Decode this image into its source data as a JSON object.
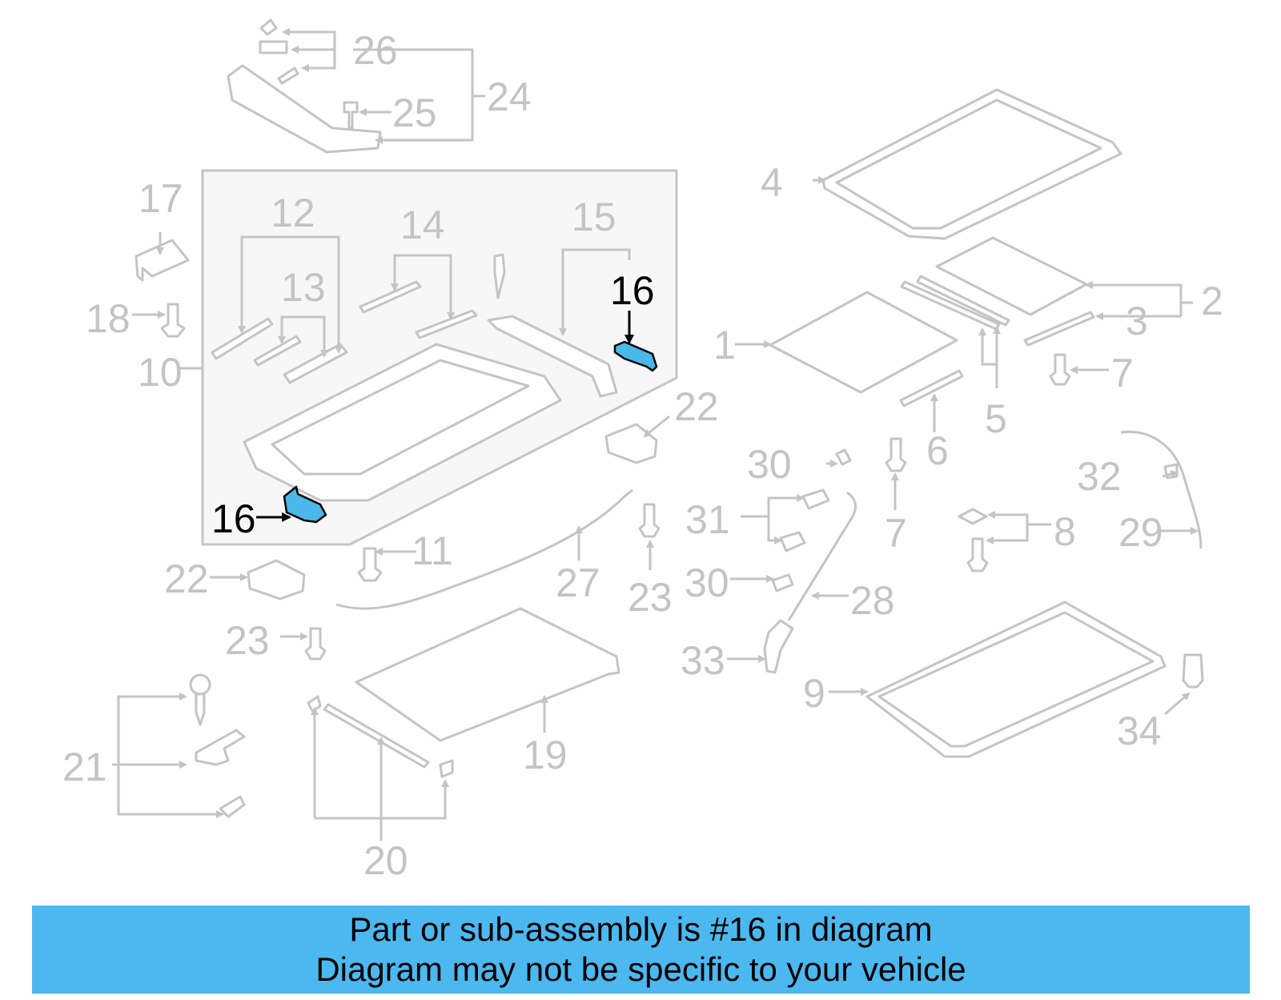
{
  "colors": {
    "highlight": "#4ab8e8",
    "banner_bg": "#4cb8f0",
    "line_gray": "#c4c4c4"
  },
  "callouts": {
    "c1": "1",
    "c2": "2",
    "c3": "3",
    "c4": "4",
    "c5": "5",
    "c6": "6",
    "c7a": "7",
    "c7b": "7",
    "c8": "8",
    "c9": "9",
    "c10": "10",
    "c11": "11",
    "c12": "12",
    "c13": "13",
    "c14": "14",
    "c15": "15",
    "c16a": "16",
    "c16b": "16",
    "c17": "17",
    "c18": "18",
    "c19": "19",
    "c20": "20",
    "c21": "21",
    "c22a": "22",
    "c22b": "22",
    "c23a": "23",
    "c23b": "23",
    "c24": "24",
    "c25": "25",
    "c26": "26",
    "c27": "27",
    "c28": "28",
    "c29": "29",
    "c30a": "30",
    "c30b": "30",
    "c31": "31",
    "c32": "32",
    "c33": "33",
    "c34": "34"
  },
  "banner": {
    "line1": "Part or sub-assembly is #16 in diagram",
    "line2": "Diagram may not be specific to your vehicle"
  }
}
